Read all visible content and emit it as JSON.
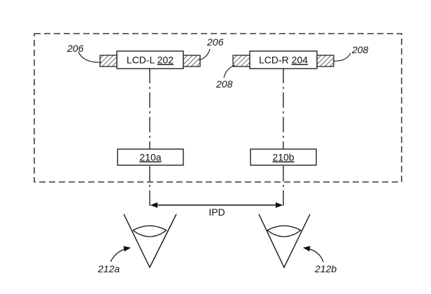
{
  "lcd_left": {
    "name": "LCD-L",
    "ref": "202"
  },
  "lcd_right": {
    "name": "LCD-R",
    "ref": "204"
  },
  "hatch_left_ref_1": "206",
  "hatch_left_ref_2": "206",
  "hatch_right_ref_1": "208",
  "hatch_right_ref_2": "208",
  "lens_left": "210a",
  "lens_right": "210b",
  "ipd_label": "IPD",
  "eye_left": "212a",
  "eye_right": "212b",
  "colors": {
    "line": "#111111",
    "hatch": "#444444",
    "background": "#ffffff"
  }
}
